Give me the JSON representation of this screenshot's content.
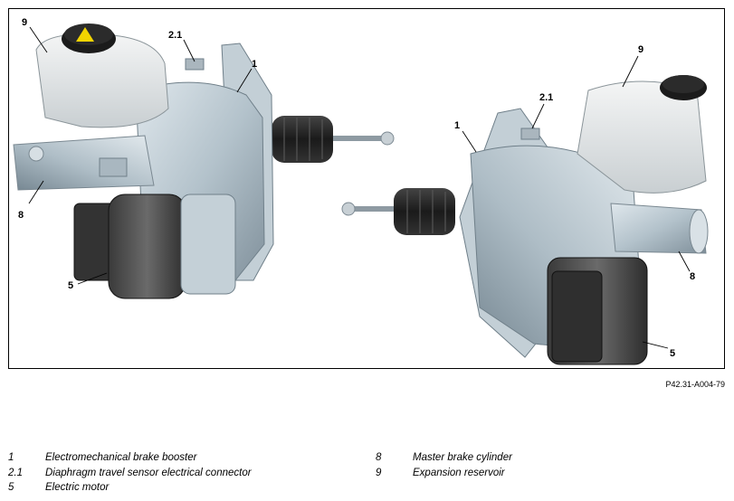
{
  "figure": {
    "callouts": {
      "left_9": "9",
      "left_2_1": "2.1",
      "left_1": "1",
      "left_8": "8",
      "left_5": "5",
      "right_9": "9",
      "right_2_1": "2.1",
      "right_1": "1",
      "right_8": "8",
      "right_5": "5"
    },
    "code": "P42.31-A004-79"
  },
  "legend": {
    "left": [
      {
        "num": "1",
        "text": "Electromechanical brake booster"
      },
      {
        "num": "2.1",
        "text": "Diaphragm travel sensor electrical connector"
      },
      {
        "num": "5",
        "text": "Electric motor"
      }
    ],
    "right": [
      {
        "num": "8",
        "text": "Master brake cylinder"
      },
      {
        "num": "9",
        "text": "Expansion reservoir"
      }
    ]
  },
  "colors": {
    "metal": "#b9c6cf",
    "metal_dark": "#7f8f9a",
    "reservoir": "#e6e9ea",
    "rubber": "#222222",
    "motor": "#4a4a4a",
    "cap_warning": "#f2d400"
  }
}
